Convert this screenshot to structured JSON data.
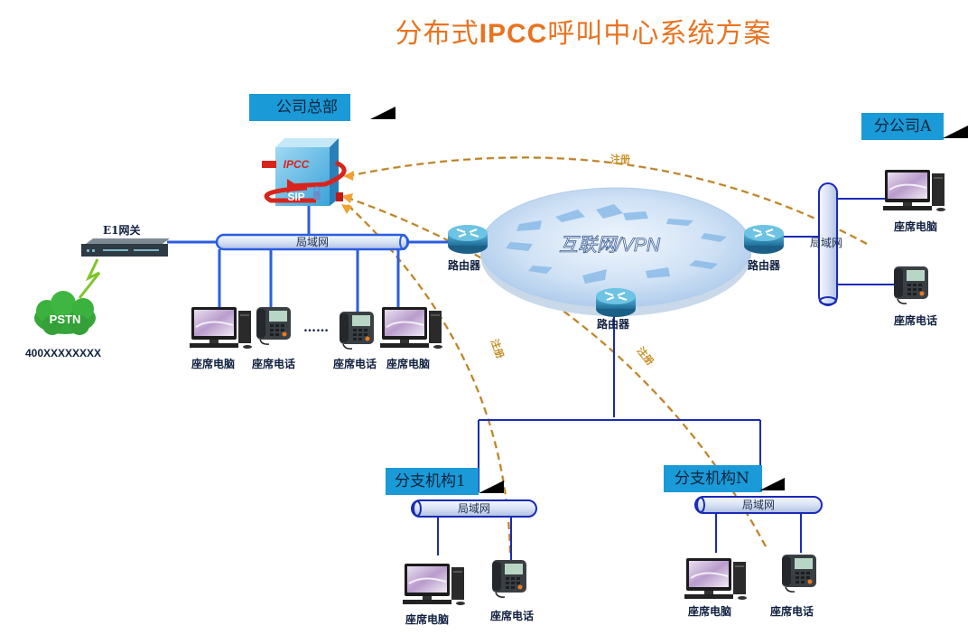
{
  "title": {
    "prefix": "分布式",
    "bold": "IPCC",
    "suffix": "呼叫中心系统方案"
  },
  "colors": {
    "title": "#e8731f",
    "tag": "#1a9ad6",
    "line": "#2040c8",
    "register_line": "#d99a3a",
    "lan_fill": "#dfe8f8"
  },
  "headquarters": {
    "tag": "公司总部",
    "server": {
      "label_top": "IPCC",
      "label_bottom": "SIP",
      "icon": "server-icon"
    },
    "gateway": {
      "label": "E1网关",
      "icon": "gateway-icon"
    },
    "pstn": {
      "label": "PSTN",
      "number": "400XXXXXXXX",
      "icon": "cloud-icon"
    },
    "lan": "局域网",
    "ellipsis": "……",
    "devices": [
      {
        "type": "pc",
        "label": "座席电脑"
      },
      {
        "type": "phone",
        "label": "座席电话"
      },
      {
        "type": "phone",
        "label": "座席电话"
      },
      {
        "type": "pc",
        "label": "座席电脑"
      }
    ]
  },
  "internet": {
    "label": "互联网/VPN",
    "routers": [
      {
        "label": "路由器"
      },
      {
        "label": "路由器"
      },
      {
        "label": "路由器"
      }
    ]
  },
  "branch_a": {
    "tag": "分公司A",
    "lan": "局域网",
    "devices": [
      {
        "type": "pc",
        "label": "座席电脑"
      },
      {
        "type": "phone",
        "label": "座席电话"
      }
    ]
  },
  "branch_1": {
    "tag": "分支机构1",
    "lan": "局域网",
    "devices": [
      {
        "type": "pc",
        "label": "座席电脑"
      },
      {
        "type": "phone",
        "label": "座席电话"
      }
    ]
  },
  "branch_n": {
    "tag": "分支机构N",
    "lan": "局域网",
    "devices": [
      {
        "type": "pc",
        "label": "座席电脑"
      },
      {
        "type": "phone",
        "label": "座席电话"
      }
    ]
  },
  "registrations": [
    {
      "label": "注册"
    },
    {
      "label": "注册"
    },
    {
      "label": "注册"
    }
  ]
}
